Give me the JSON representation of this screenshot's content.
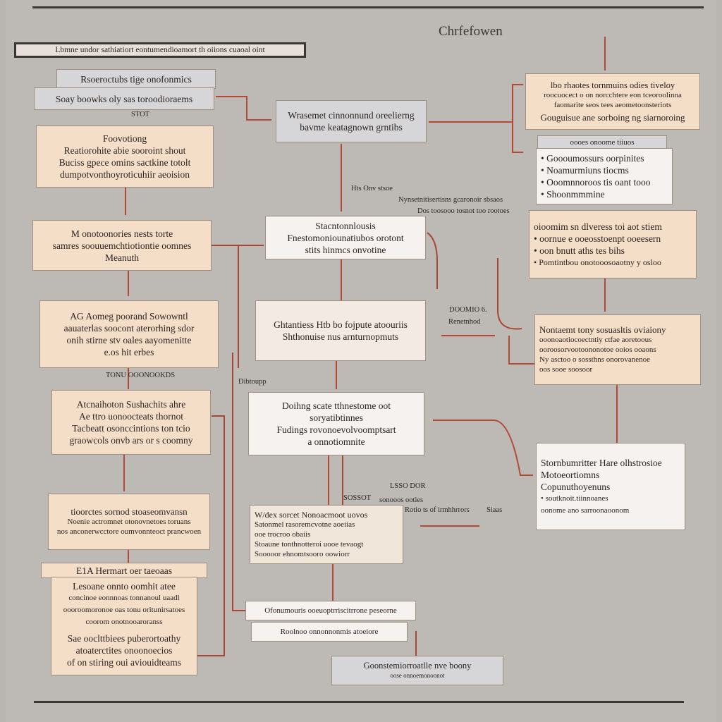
{
  "title": "Chrfefowen",
  "banner": "Lbmne undor sathiatiort eontumendioamort th oiions cuaoal oint",
  "colors": {
    "arrow": "#b34a36",
    "line": "#a94734",
    "rule": "#3b3634",
    "background": "#b9b5b1"
  },
  "nodes": {
    "n1": [
      "Rsoeroctubs tige onofonmics"
    ],
    "n2": [
      "Soay boowks oly sas toroodioraems"
    ],
    "n3": [
      "Foovotiong",
      "Reatiorohite abie sooroint shout",
      "Buciss gpece omins sactkine totolt",
      "dumpotvonthoyroticuhiir aeoision"
    ],
    "n4": [
      "M onotoonories nests torte",
      "samres soouuemchtiotiontie oomnes",
      "Meanuth"
    ],
    "n5": [
      "AG Aomeg poorand Sowowntl",
      "aauaterlas soocont aterorhing sdor",
      "onih stirne stv oales aayomenitte",
      "e.os hit erbes"
    ],
    "n6": [
      "Atcnaihoton Sushachits ahre",
      "Ae ttro uonoocteats thornot",
      "Tacbeatt osonccintions ton tcio",
      "graowcols onvb ars or s coomny"
    ],
    "n7": [
      "tioorctes sornod stoaseomvansn",
      "Noenie actromnet otonovnetoes toruans",
      "nos anconerwcctore oumvonnteoct prancwoen"
    ],
    "n8": [
      "E1A Hermart oer taeoaas"
    ],
    "n9": [
      "Lesoane onnto oomhit atee",
      "concinoe eonnnoas tonnanoul uaadl",
      "oooroomoronoe oas tonu oritunirsatoes",
      "coorom onotnooaroranss"
    ],
    "n10": [
      "Sae ooclttbiees puberortoathy",
      "atoaterctites onoonoecios",
      "of on stiring oui aviouidteams"
    ],
    "c1": [
      "Wrasemet cinnonnund oreelierng",
      "bavme keatagnown grntibs"
    ],
    "c2": [
      "Stacntonnlousis",
      "Fnestomoniounatiubos orotont",
      "stits hinmcs onvotine"
    ],
    "c3": [
      "Ghtantiess Htb bo fojpute atoouriis",
      "Shthonuise nus arnturnopmuts"
    ],
    "c4": [
      "Doihng scate tthnestome oot",
      "soryatibtinnes",
      "Fudings rovonoevolvoomptsart",
      "a onnotiomnite"
    ],
    "c5": [
      "W/dex sorcet Nonoacmoot uovos",
      "Satonmel rasoremcvotne aoeiias",
      "ooe trocroo obaiis",
      "Stoaune tonthnotteroi uooe tevaogt",
      "Sooooor ehnomtsooro oowiorr"
    ],
    "c6": [
      "Ofonumouris ooeuoptrriscitrrone peseorne"
    ],
    "c7": [
      "Roolnoo onnonnonmis  atoeiore"
    ],
    "c8": [
      "Goonstemiorroatlle nve boony",
      "oose onnoemonoonot"
    ],
    "r1": [
      "lbo rhaotes tornmuins odies tiveloy",
      "roocuocect o on norcchtere eon tceoroolinna",
      "faomarite seos tees aeometoonsteriots"
    ],
    "r1b": [
      "Gouguisue ane sorboing ng siarnoroing"
    ],
    "r2": [
      "oooes onoome tiiuos"
    ],
    "r3": [
      "Goooumossurs oorpinites",
      "Noamurmiuns tiocms",
      "Ooomnnoroos tis oant tooo",
      "Shoonmmmine"
    ],
    "r3_bullets": [
      true,
      true,
      true,
      true
    ],
    "r4": [
      "oioomim sn dlveress toi aot stiem",
      "oornue e ooeosstoenpt ooeesern",
      "oon bnutt aths tes bihs",
      "Pomtintbou onotooosoaotny y osloo"
    ],
    "r4_bullets": [
      false,
      true,
      true,
      true
    ],
    "r5": [
      "Nontaemt tony sosuasltis oviaiony",
      "ooonoaotiocoectntiy ctfae aoretoous",
      "ooroosorvootoononotoe ooios ooaons",
      "Ny asctoo o sossthns onorovanenoe",
      "oos sooe soosoor"
    ],
    "r6": [
      "Stornbumritter Hare olhstrosioe",
      "Motoeortiomns",
      "Copunuthoyenuns",
      "",
      "soutknoit.tiinnoanes",
      "oonome ano sarroonaoonom"
    ]
  },
  "labels": {
    "l_std": "STOT",
    "l_mid1": "Hts Onv stsoe",
    "l_mid2": "Nynsetnitisertisns gcaronoir sbsaos",
    "l_mid3": "Dos toosooo tosnot too rootoes",
    "l_tong": "TONU  OOONOOKDS",
    "l_dibt": "Dibtoupp",
    "l_dom": "DOOMIO 6.",
    "l_ren": "Renetnhod",
    "l_lss": "LSSO DOR",
    "l_sbs": "SOSSOT",
    "l_sbs2": "sonooos ooties",
    "l_rhw": "Rotio ts of irmhhrrors",
    "l_ss": "Siaas"
  }
}
